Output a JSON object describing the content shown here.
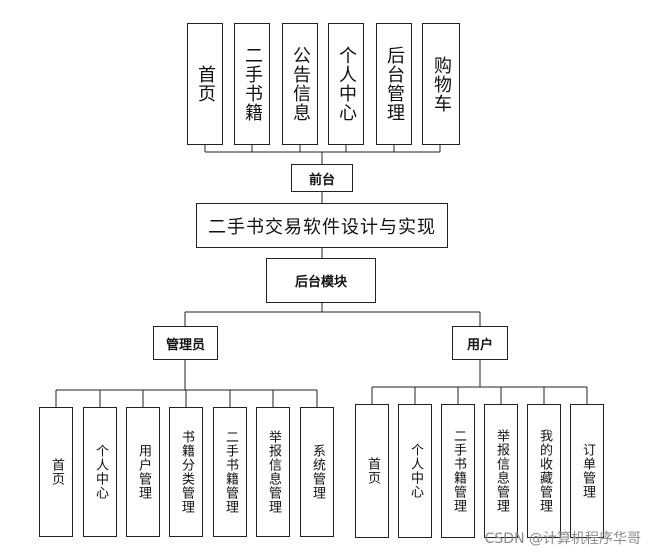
{
  "frontend_modules": [
    "首页",
    "二手书籍",
    "公告信息",
    "个人中心",
    "后台管理",
    "购物车"
  ],
  "frontend_label": "前台",
  "system_title": "二手书交易软件设计与实现",
  "backend_label": "后台模块",
  "admin": {
    "label": "管理员",
    "modules": [
      "首页",
      "个人中心",
      "用户管理",
      "书籍分类管理",
      "二手书籍管理",
      "举报信息管理",
      "系统管理"
    ]
  },
  "user": {
    "label": "用户",
    "modules": [
      "首页",
      "个人中心",
      "二手书籍管理",
      "举报信息管理",
      "我的收藏管理",
      "订单管理"
    ]
  },
  "watermark": "CSDN @计算机程序华哥"
}
